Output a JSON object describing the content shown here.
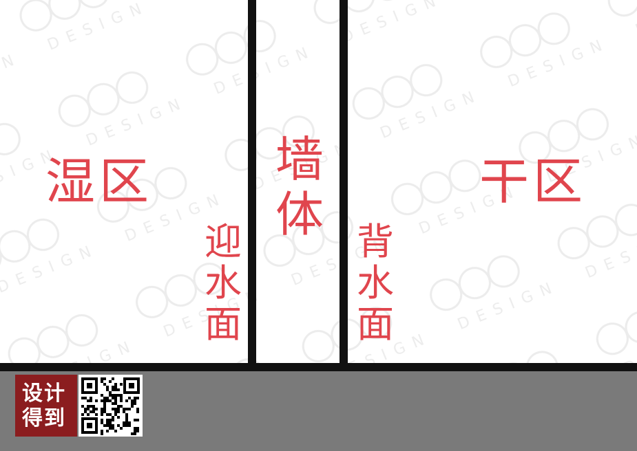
{
  "diagram": {
    "wet_zone_label": "湿区",
    "dry_zone_label": "干区",
    "wall_label": "墙体",
    "water_facing_side_label": "迎水面",
    "back_water_side_label": "背水面"
  },
  "watermark": {
    "text": "DESIGN"
  },
  "footer": {
    "logo_text": "设计得到",
    "logo_color": "#8b1d1f",
    "bar_color": "#7a7a7a"
  },
  "colors": {
    "label": "#e0454d",
    "wall": "#111111",
    "background": "#ffffff"
  }
}
